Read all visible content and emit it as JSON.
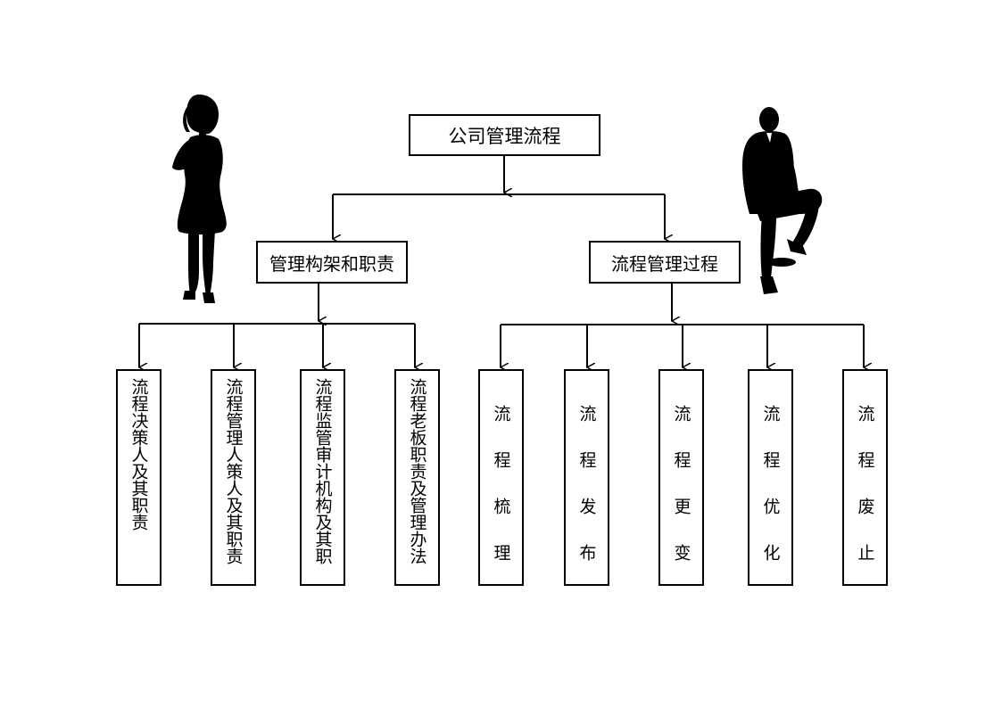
{
  "root": {
    "label": "公司管理流程"
  },
  "branches": [
    {
      "label": "管理构架和职责",
      "leaves": [
        {
          "label": "流程决策人及其职责"
        },
        {
          "label": "流程管理人策人及其职责"
        },
        {
          "label": "流程监管审计机构及其职"
        },
        {
          "label": "流程老板职责及管理办法"
        }
      ]
    },
    {
      "label": "流程管理过程",
      "leaves": [
        {
          "label": "流程梳理"
        },
        {
          "label": "流程发布"
        },
        {
          "label": "流程更变"
        },
        {
          "label": "流程优化"
        },
        {
          "label": "流程废止"
        }
      ]
    }
  ],
  "decorations": {
    "left_figure": "woman-silhouette-icon",
    "right_figure": "businessman-silhouette-icon"
  }
}
